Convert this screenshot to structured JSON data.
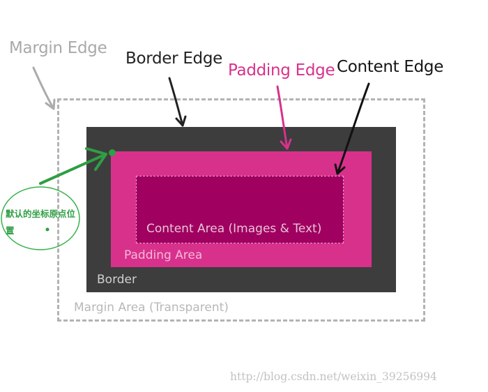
{
  "labels": {
    "margin_edge": "Margin Edge",
    "border_edge": "Border Edge",
    "padding_edge": "Padding Edge",
    "content_edge": "Content Edge",
    "content_area": "Content Area (Images & Text)",
    "padding_area": "Padding Area",
    "border": "Border",
    "margin_area": "Margin Area (Transparent)"
  },
  "annotation": {
    "note": "默认的坐标原点位置"
  },
  "watermark": "http://blog.csdn.net/weixin_39256994",
  "colors": {
    "margin": "#b3b3b3",
    "border": "#3d3d3d",
    "padding": "#d8318c",
    "content": "#a00060",
    "annotation": "#2f9e44"
  }
}
